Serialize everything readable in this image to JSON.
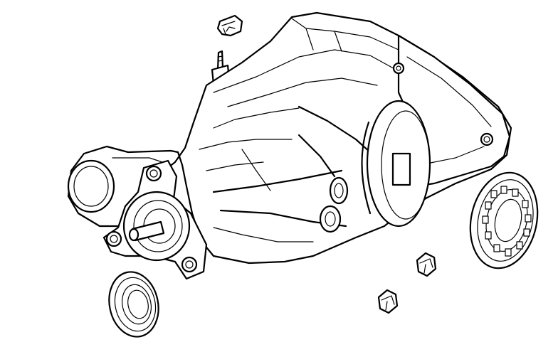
{
  "diagram": {
    "parts": [
      {
        "id": "differential-housing",
        "icon": "rear-differential-icon"
      },
      {
        "id": "pinion-flange",
        "icon": "flange-icon"
      },
      {
        "id": "pinion-seal",
        "icon": "seal-icon"
      },
      {
        "id": "axle-bearing",
        "icon": "bearing-icon"
      },
      {
        "id": "vent-fitting",
        "icon": "vent-icon"
      },
      {
        "id": "mount-bushing",
        "icon": "bushing-icon"
      },
      {
        "id": "plug-upper",
        "icon": "plug-icon"
      },
      {
        "id": "plug-lower",
        "icon": "plug-icon"
      }
    ],
    "ink_color": "#000000",
    "background_color": "#ffffff"
  }
}
